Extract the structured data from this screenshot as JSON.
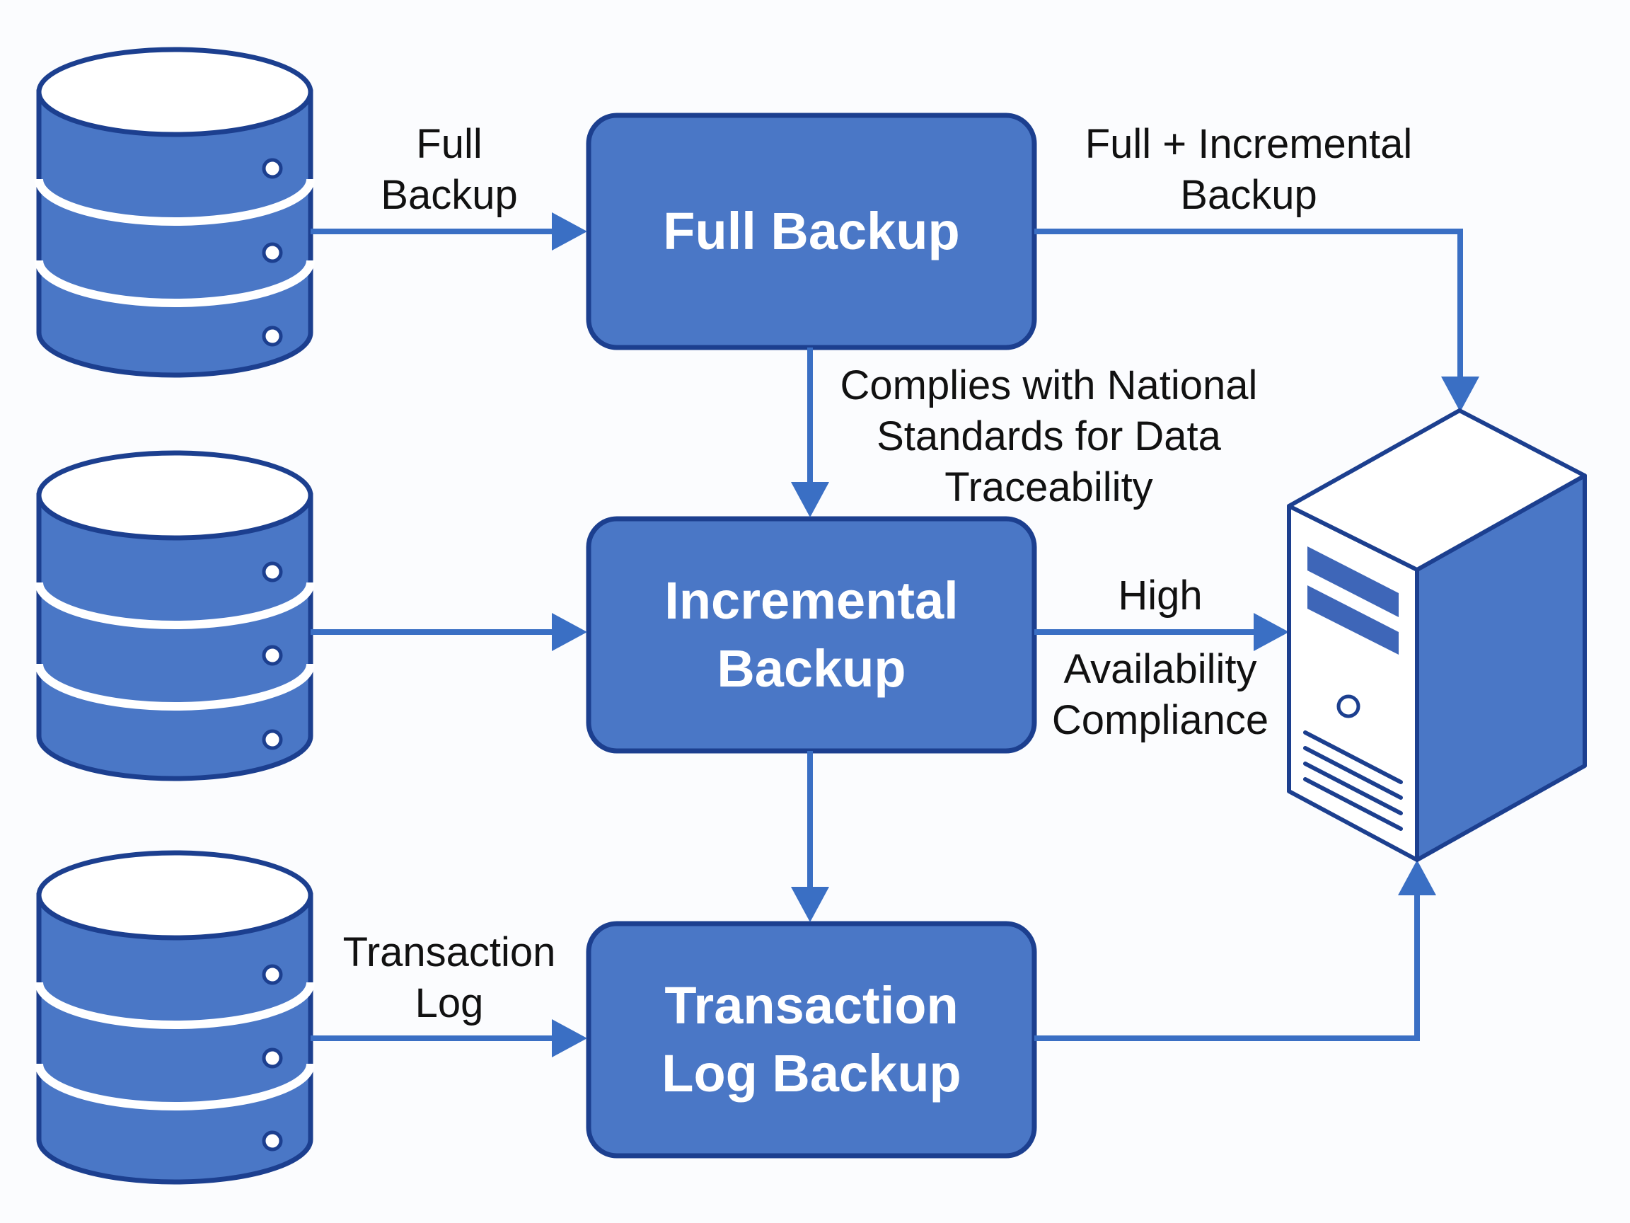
{
  "colors": {
    "box_fill": "#4a77c6",
    "outline": "#1c3f8f",
    "arrow": "#3a6fc4",
    "background": "#fbfcfe"
  },
  "nodes": {
    "full_backup": "Full Backup",
    "incremental_backup": "Incremental\nBackup",
    "transaction_log_backup": "Transaction\nLog Backup"
  },
  "icons": {
    "sources": [
      "database-icon",
      "database-icon",
      "database-icon"
    ],
    "target": "server-icon"
  },
  "edge_labels": {
    "db1_to_full": "Full\nBackup",
    "db3_to_tlog": "Transaction\nLog",
    "full_to_server": "Full + Incremental\nBackup",
    "full_to_incremental": "Complies with National\nStandards for Data\nTraceability",
    "incremental_to_server_top": "High",
    "incremental_to_server_bottom": "Availability\nCompliance"
  }
}
